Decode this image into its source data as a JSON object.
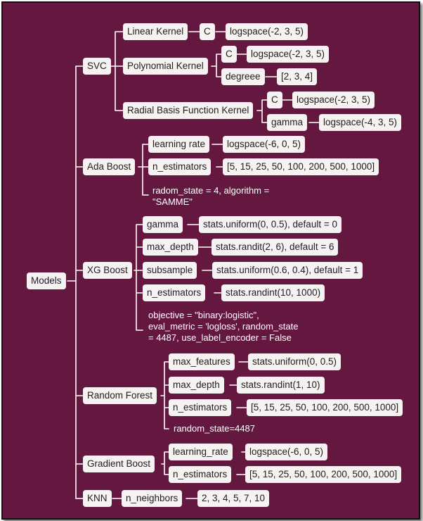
{
  "root": "Models",
  "models": {
    "svc": {
      "label": "SVC",
      "linear": {
        "label": "Linear Kernel",
        "c": "C",
        "c_value": "logspace(-2, 3, 5)"
      },
      "poly": {
        "label": "Polynomial Kernel",
        "c": "C",
        "c_value": "logspace(-2, 3, 5)",
        "degree": "degreee",
        "degree_value": "[2, 3, 4]"
      },
      "rbf": {
        "label": "Radial Basis Function Kernel",
        "c": "C",
        "c_value": "logspace(-2, 3, 5)",
        "gamma": "gamma",
        "gamma_value": "logspace(-4, 3, 5)"
      }
    },
    "ada": {
      "label": "Ada Boost",
      "lr": "learning rate",
      "lr_value": "logspace(-6, 0, 5)",
      "ne": "n_estimators",
      "ne_value": "[5, 15, 25, 50, 100, 200, 500, 1000]",
      "note_1": "radom_state = 4, algorithm =",
      "note_2": "\"SAMME\""
    },
    "xgb": {
      "label": "XG Boost",
      "gamma": "gamma",
      "gamma_value": "stats.uniform(0, 0.5), default = 0",
      "depth": "max_depth",
      "depth_value": "stats.randit(2, 6), default = 6",
      "subsample": "subsample",
      "subsample_value": "stats.uniform(0.6, 0.4),  default = 1",
      "ne": "n_estimators",
      "ne_value": "stats.randint(10, 1000)",
      "note_1": "objective = \"binary:logistic\",",
      "note_2": "eval_metric = 'logloss', random_state",
      "note_3": "= 4487, use_label_encoder = False"
    },
    "rf": {
      "label": "Random Forest",
      "mf": "max_features",
      "mf_value": "stats.uniform(0, 0.5)",
      "md": "max_depth",
      "md_value": "stats.randint(1, 10)",
      "ne": "n_estimators",
      "ne_value": "[5, 15, 25, 50, 100, 200, 500, 1000]",
      "note": "random_state=4487"
    },
    "gb": {
      "label": "Gradient Boost",
      "lr": "learning_rate",
      "lr_value": "logspace(-6, 0, 5)",
      "ne": "n_estimators",
      "ne_value": "[5, 15, 25, 50, 100, 200, 500, 1000]"
    },
    "knn": {
      "label": "KNN",
      "nn": "n_neighbors",
      "nn_value": "2, 3, 4, 5, 7, 10"
    }
  },
  "colors": {
    "background": "#65183f",
    "node": "#f6f2f2",
    "line": "#ffffff"
  }
}
